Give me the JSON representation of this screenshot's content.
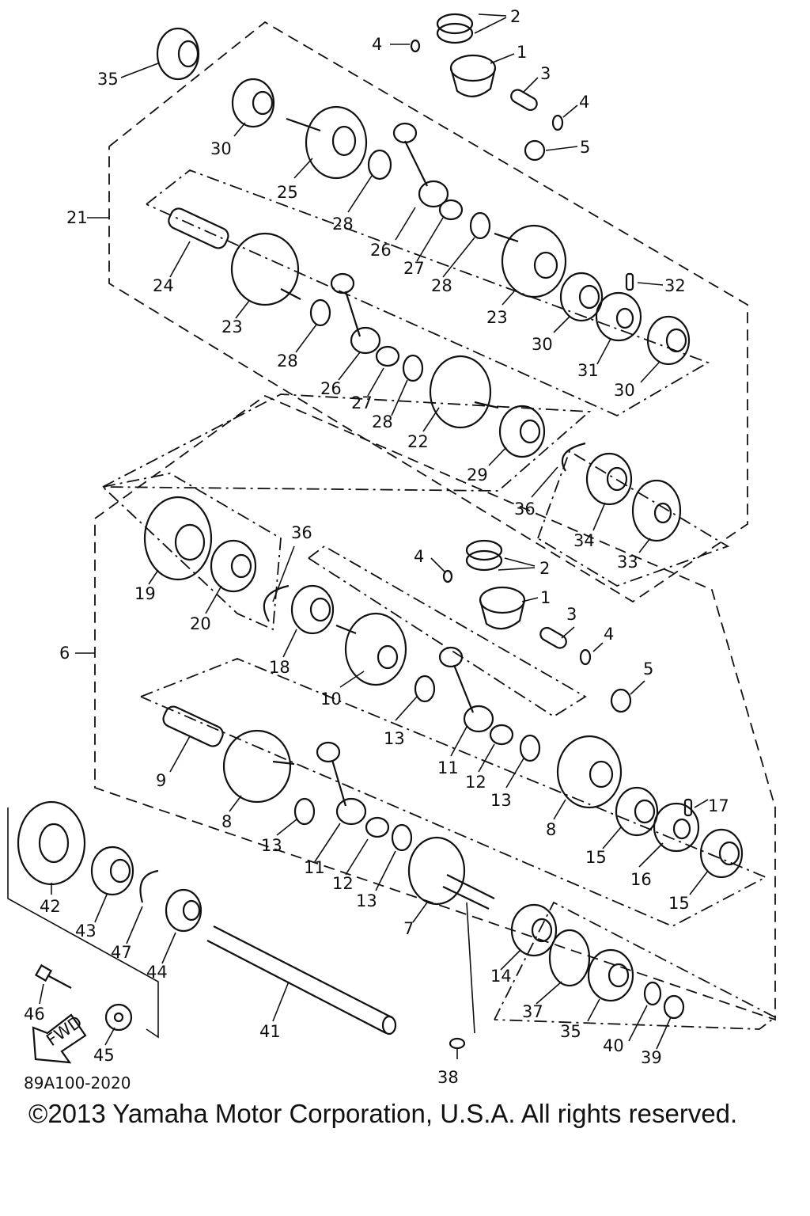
{
  "diagram": {
    "drawing_code": "89A100-2020",
    "copyright": "©2013 Yamaha Motor Corporation, U.S.A. All rights reserved.",
    "fwd_label": "FWD",
    "callouts": [
      {
        "id": "c-2a",
        "text": "2"
      },
      {
        "id": "c-4a",
        "text": "4"
      },
      {
        "id": "c-1a",
        "text": "1"
      },
      {
        "id": "c-35a",
        "text": "35"
      },
      {
        "id": "c-3a",
        "text": "3"
      },
      {
        "id": "c-4b",
        "text": "4"
      },
      {
        "id": "c-30a",
        "text": "30"
      },
      {
        "id": "c-5a",
        "text": "5"
      },
      {
        "id": "c-25",
        "text": "25"
      },
      {
        "id": "c-21",
        "text": "21"
      },
      {
        "id": "c-28a",
        "text": "28"
      },
      {
        "id": "c-24",
        "text": "24"
      },
      {
        "id": "c-26a",
        "text": "26"
      },
      {
        "id": "c-27a",
        "text": "27"
      },
      {
        "id": "c-28b",
        "text": "28"
      },
      {
        "id": "c-32",
        "text": "32"
      },
      {
        "id": "c-23a",
        "text": "23"
      },
      {
        "id": "c-23b",
        "text": "23"
      },
      {
        "id": "c-30b",
        "text": "30"
      },
      {
        "id": "c-28c",
        "text": "28"
      },
      {
        "id": "c-31",
        "text": "31"
      },
      {
        "id": "c-26b",
        "text": "26"
      },
      {
        "id": "c-30c",
        "text": "30"
      },
      {
        "id": "c-27b",
        "text": "27"
      },
      {
        "id": "c-28d",
        "text": "28"
      },
      {
        "id": "c-22",
        "text": "22"
      },
      {
        "id": "c-29",
        "text": "29"
      },
      {
        "id": "c-36a",
        "text": "36"
      },
      {
        "id": "c-36b",
        "text": "36"
      },
      {
        "id": "c-34",
        "text": "34"
      },
      {
        "id": "c-33",
        "text": "33"
      },
      {
        "id": "c-19",
        "text": "19"
      },
      {
        "id": "c-4c",
        "text": "4"
      },
      {
        "id": "c-2b",
        "text": "2"
      },
      {
        "id": "c-20",
        "text": "20"
      },
      {
        "id": "c-1b",
        "text": "1"
      },
      {
        "id": "c-3b",
        "text": "3"
      },
      {
        "id": "c-6",
        "text": "6"
      },
      {
        "id": "c-4d",
        "text": "4"
      },
      {
        "id": "c-18",
        "text": "18"
      },
      {
        "id": "c-5b",
        "text": "5"
      },
      {
        "id": "c-10",
        "text": "10"
      },
      {
        "id": "c-13a",
        "text": "13"
      },
      {
        "id": "c-11a",
        "text": "11"
      },
      {
        "id": "c-9",
        "text": "9"
      },
      {
        "id": "c-12a",
        "text": "12"
      },
      {
        "id": "c-13b",
        "text": "13"
      },
      {
        "id": "c-17",
        "text": "17"
      },
      {
        "id": "c-8a",
        "text": "8"
      },
      {
        "id": "c-8b",
        "text": "8"
      },
      {
        "id": "c-13c",
        "text": "13"
      },
      {
        "id": "c-15a",
        "text": "15"
      },
      {
        "id": "c-16",
        "text": "16"
      },
      {
        "id": "c-11b",
        "text": "11"
      },
      {
        "id": "c-12b",
        "text": "12"
      },
      {
        "id": "c-13d",
        "text": "13"
      },
      {
        "id": "c-15b",
        "text": "15"
      },
      {
        "id": "c-42",
        "text": "42"
      },
      {
        "id": "c-43",
        "text": "43"
      },
      {
        "id": "c-47",
        "text": "47"
      },
      {
        "id": "c-44",
        "text": "44"
      },
      {
        "id": "c-7",
        "text": "7"
      },
      {
        "id": "c-14",
        "text": "14"
      },
      {
        "id": "c-46",
        "text": "46"
      },
      {
        "id": "c-37",
        "text": "37"
      },
      {
        "id": "c-35b",
        "text": "35"
      },
      {
        "id": "c-40",
        "text": "40"
      },
      {
        "id": "c-39",
        "text": "39"
      },
      {
        "id": "c-41",
        "text": "41"
      },
      {
        "id": "c-45",
        "text": "45"
      },
      {
        "id": "c-38",
        "text": "38"
      }
    ]
  }
}
